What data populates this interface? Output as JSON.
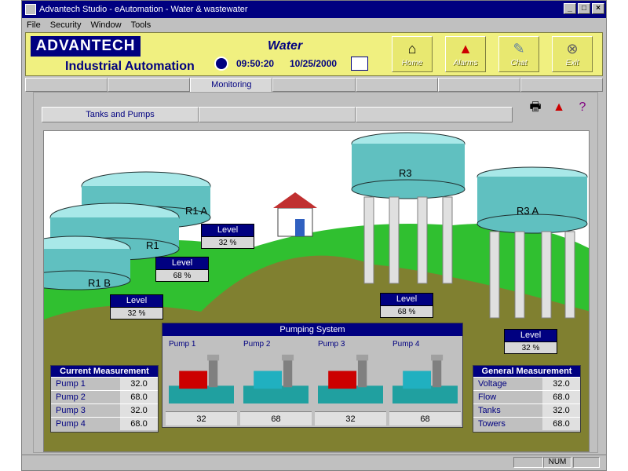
{
  "window": {
    "title": "Advantech Studio - eAutomation - Water & wastewater"
  },
  "menu": [
    "File",
    "Security",
    "Window",
    "Tools"
  ],
  "header": {
    "brand": "ADVANTECH",
    "subtitle": "Industrial Automation",
    "app_title": "Water",
    "time": "09:50:20",
    "date": "10/25/2000",
    "buttons": [
      {
        "label": "Home",
        "icon": "house-icon"
      },
      {
        "label": "Alarms",
        "icon": "alarm-bell-icon"
      },
      {
        "label": "Chat",
        "icon": "chat-icon"
      },
      {
        "label": "Exit",
        "icon": "exit-icon"
      }
    ]
  },
  "tabs_main": [
    "",
    "",
    "Monitoring",
    "",
    "",
    "",
    ""
  ],
  "tabs_sub": [
    "Tanks and Pumps",
    "",
    ""
  ],
  "tanks": [
    {
      "name": "R1 A",
      "level_label": "Level",
      "level": "32 %"
    },
    {
      "name": "R1",
      "level_label": "Level",
      "level": "68 %"
    },
    {
      "name": "R1 B",
      "level_label": "Level",
      "level": "32 %"
    },
    {
      "name": "R3",
      "level_label": "Level",
      "level": "68 %"
    },
    {
      "name": "R3 A",
      "level_label": "Level",
      "level": "32 %"
    }
  ],
  "pumping": {
    "title": "Pumping System",
    "pumps": [
      {
        "name": "Pump 1",
        "value": "32",
        "color": "#cc0000"
      },
      {
        "name": "Pump 2",
        "value": "68",
        "color": "#20b0c0"
      },
      {
        "name": "Pump 3",
        "value": "32",
        "color": "#cc0000"
      },
      {
        "name": "Pump 4",
        "value": "68",
        "color": "#20b0c0"
      }
    ]
  },
  "current_measurement": {
    "title": "Current Measurement",
    "rows": [
      {
        "k": "Pump 1",
        "v": "32.0"
      },
      {
        "k": "Pump 2",
        "v": "68.0"
      },
      {
        "k": "Pump 3",
        "v": "32.0"
      },
      {
        "k": "Pump 4",
        "v": "68.0"
      }
    ]
  },
  "general_measurement": {
    "title": "General Measurement",
    "rows": [
      {
        "k": "Voltage",
        "v": "32.0"
      },
      {
        "k": "Flow",
        "v": "68.0"
      },
      {
        "k": "Tanks",
        "v": "32.0"
      },
      {
        "k": "Towers",
        "v": "68.0"
      }
    ]
  },
  "status": {
    "num": "NUM"
  }
}
